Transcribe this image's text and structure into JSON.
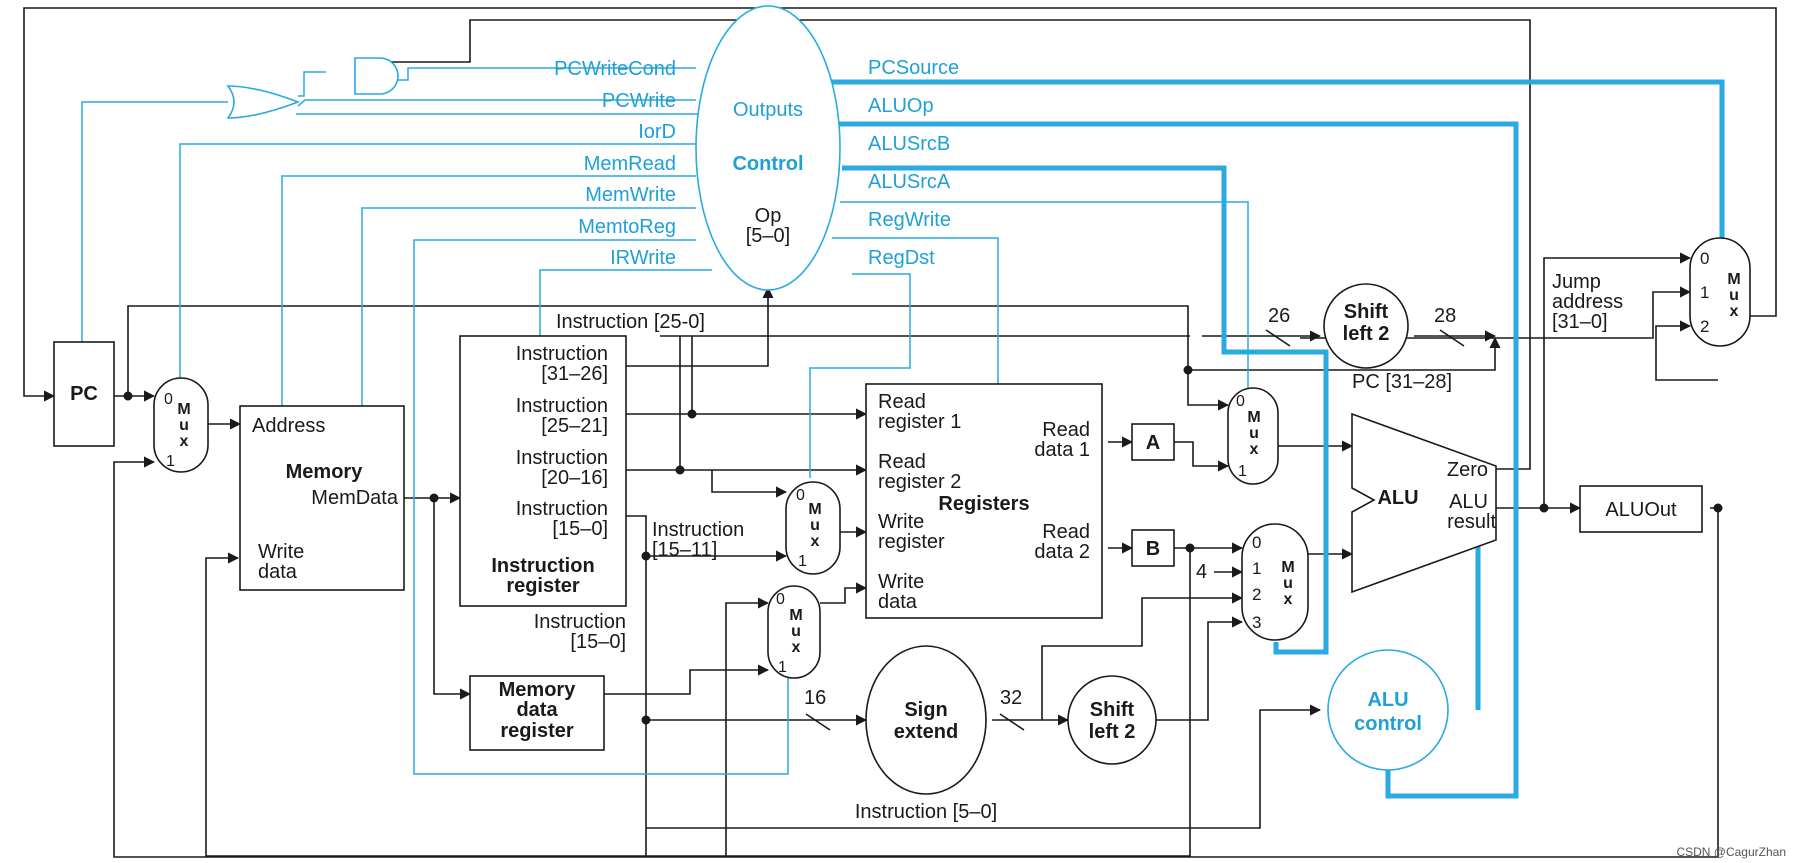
{
  "control": {
    "outputs": "Outputs",
    "name": "Control",
    "op": "Op",
    "op_range": "[5–0]",
    "left_signals": [
      "PCWriteCond",
      "PCWrite",
      "IorD",
      "MemRead",
      "MemWrite",
      "MemtoReg",
      "IRWrite"
    ],
    "right_signals": [
      "PCSource",
      "ALUOp",
      "ALUSrcB",
      "ALUSrcA",
      "RegWrite",
      "RegDst"
    ]
  },
  "pc": {
    "label": "PC"
  },
  "mux_word": [
    "M",
    "u",
    "x"
  ],
  "mux_pc": {
    "inputs": [
      "0",
      "1"
    ]
  },
  "mux_wreg": {
    "inputs": [
      "0",
      "1"
    ]
  },
  "mux_wdata": {
    "inputs": [
      "0",
      "1"
    ]
  },
  "mux_alua": {
    "inputs": [
      "0",
      "1"
    ]
  },
  "mux_alub": {
    "inputs": [
      "0",
      "1",
      "2",
      "3"
    ]
  },
  "mux_pcsrc": {
    "inputs": [
      "0",
      "1",
      "2"
    ]
  },
  "memory": {
    "title": "Memory",
    "address": "Address",
    "memdata": "MemData",
    "write_line1": "Write",
    "write_line2": "data"
  },
  "ir": {
    "f1": [
      "Instruction",
      "[31–26]"
    ],
    "f2": [
      "Instruction",
      "[25–21]"
    ],
    "f3": [
      "Instruction",
      "[20–16]"
    ],
    "f4": [
      "Instruction",
      "[15–0]"
    ],
    "title": [
      "Instruction",
      "register"
    ]
  },
  "mdr": {
    "title": [
      "Memory",
      "data",
      "register"
    ]
  },
  "registers": {
    "title": "Registers",
    "read_reg1": [
      "Read",
      "register 1"
    ],
    "read_reg2": [
      "Read",
      "register 2"
    ],
    "write_reg": [
      "Write",
      "register"
    ],
    "write_data": [
      "Write",
      "data"
    ],
    "read_data1": [
      "Read",
      "data 1"
    ],
    "read_data2": [
      "Read",
      "data 2"
    ]
  },
  "reg_a": "A",
  "reg_b": "B",
  "alu": {
    "name": "ALU",
    "zero": "Zero",
    "result": [
      "ALU",
      "result"
    ]
  },
  "aluout": "ALUOut",
  "alu_control": [
    "ALU",
    "control"
  ],
  "sign_extend": [
    "Sign",
    "extend"
  ],
  "shift_top": [
    "Shift",
    "left 2"
  ],
  "shift_bottom": [
    "Shift",
    "left 2"
  ],
  "labels": {
    "instr_25_0": "Instruction [25-0]",
    "instr_15_11": [
      "Instruction",
      "[15–11]"
    ],
    "instr_15_0": [
      "Instruction",
      "[15–0]"
    ],
    "instr_5_0": "Instruction [5–0]",
    "bits_26": "26",
    "bits_28": "28",
    "bits_16": "16",
    "bits_32": "32",
    "const_4": "4",
    "pc_31_28": "PC [31–28]",
    "jump": [
      "Jump",
      "address",
      "[31–0]"
    ]
  },
  "watermark": "CSDN @CagurZhan",
  "colors": {
    "control": "#29aae1",
    "datapath": "#1a1a1a"
  }
}
